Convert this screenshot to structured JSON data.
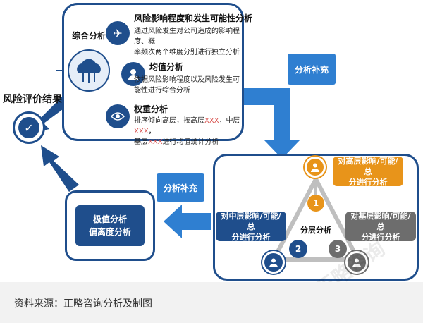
{
  "result_label": "风险评价结果",
  "comprehensive": {
    "label": "综合分析",
    "items": [
      {
        "title": "风险影响程度和发生可能性分析",
        "desc_lines": [
          "通过风险发生对公司造成的影响程度、概",
          "率频次两个维度分别进行独立分析"
        ]
      },
      {
        "title": "均值分析",
        "desc_lines": [
          "依据风险影响程度以及风险发生可",
          "能性进行综合分析"
        ]
      },
      {
        "title": "权重分析",
        "desc_lines": [
          "排序倾向高层，按高层",
          "XXX",
          "，中层",
          "XXX",
          "，",
          "基层",
          "XXX",
          "进行均值统计分析"
        ]
      }
    ]
  },
  "supplement_top": "分析补充",
  "supplement_middle": "分析补充",
  "extreme": {
    "line1": "极值分析",
    "line2": "偏离度分析"
  },
  "layered": {
    "center_label": "分层分析",
    "high": "对高层影响/可能/总分进行分析",
    "high_lines": [
      "对高层影响/可能/总",
      "分进行分析"
    ],
    "middle_lines": [
      "对中层影响/可能/总",
      "分进行分析"
    ],
    "base_lines": [
      "对基层影响/可能/总",
      "分进行分析"
    ],
    "nodes": [
      "1",
      "2",
      "3"
    ]
  },
  "colors": {
    "navy": "#1f4e8c",
    "blue": "#2f7fd1",
    "orange": "#e8941a",
    "gray": "#6d6d6d"
  },
  "icons": [
    "cloud-network-icon",
    "airplane-icon",
    "person-icon",
    "eye-icon",
    "check-icon"
  ],
  "watermark": "正略咨询",
  "footer": "资料来源：正略咨询分析及制图"
}
